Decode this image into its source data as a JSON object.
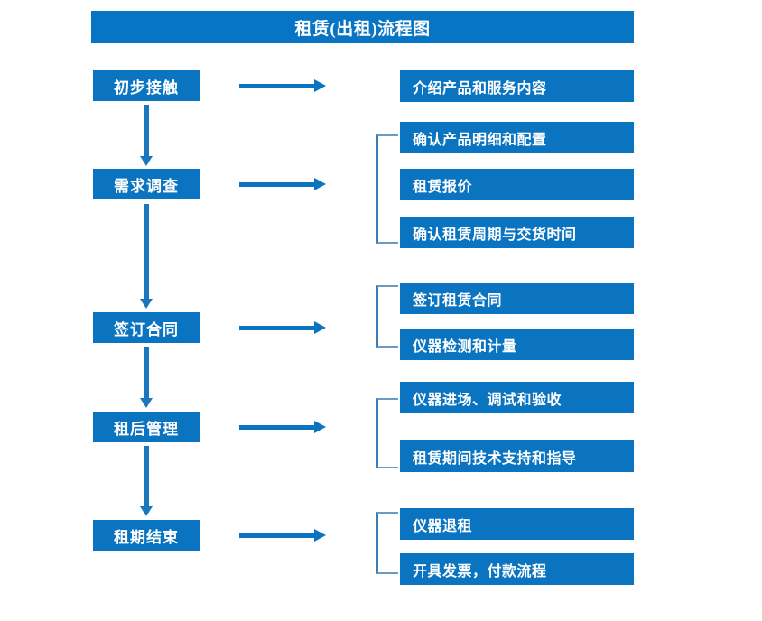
{
  "header": {
    "title": "租赁(出租)流程图"
  },
  "colors": {
    "banner_blue": "#0874c4",
    "box_blue": "#0b74c0",
    "arrow_blue": "#1b77bd",
    "bracket_blue": "#3d7cb0",
    "text_white": "#ffffff",
    "background": "#ffffff"
  },
  "stages": [
    {
      "label": "初步接触"
    },
    {
      "label": "需求调查"
    },
    {
      "label": "签订合同"
    },
    {
      "label": "租后管理"
    },
    {
      "label": "租期结束"
    }
  ],
  "details": [
    {
      "label": "介绍产品和服务内容"
    },
    {
      "label": "确认产品明细和配置"
    },
    {
      "label": "租赁报价"
    },
    {
      "label": "确认租赁周期与交货时间"
    },
    {
      "label": "签订租赁合同"
    },
    {
      "label": "仪器检测和计量"
    },
    {
      "label": "仪器进场、调试和验收"
    },
    {
      "label": "租赁期间技术支持和指导"
    },
    {
      "label": "仪器退租"
    },
    {
      "label": "开具发票，付款流程"
    }
  ],
  "groups": [
    {
      "stage": "需求调查",
      "detail_labels": [
        "确认产品明细和配置",
        "租赁报价",
        "确认租赁周期与交货时间"
      ]
    },
    {
      "stage": "签订合同",
      "detail_labels": [
        "签订租赁合同",
        "仪器检测和计量"
      ]
    },
    {
      "stage": "租后管理",
      "detail_labels": [
        "仪器进场、调试和验收",
        "租赁期间技术支持和指导"
      ]
    },
    {
      "stage": "租期结束",
      "detail_labels": [
        "仪器退租",
        "开具发票，付款流程"
      ]
    }
  ]
}
